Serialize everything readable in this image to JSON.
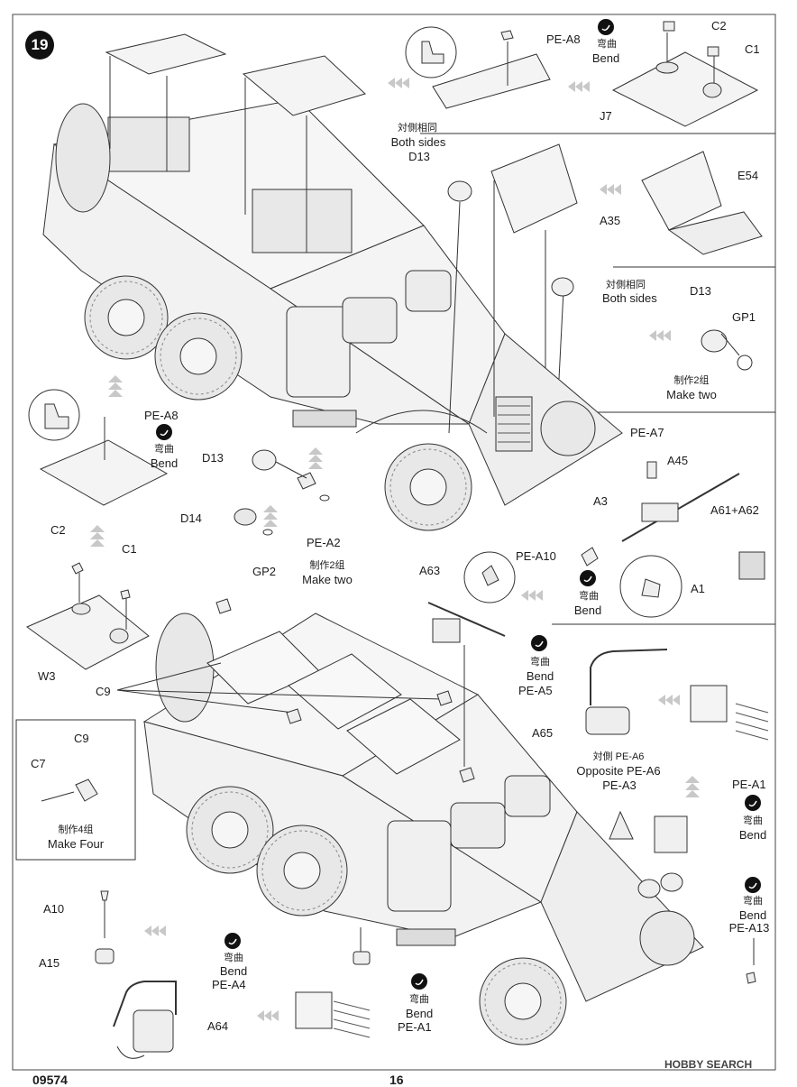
{
  "step": "19",
  "footer": {
    "code": "09574",
    "page": "16"
  },
  "watermark": "HOBBY SEARCH",
  "labels": {
    "pe_a8_top": "PE-A8",
    "bend_cn": "弯曲",
    "bend_en": "Bend",
    "c2": "C2",
    "c1": "C1",
    "j7": "J7",
    "both_sides_cn": "対側相同",
    "both_sides_en": "Both sides",
    "d13": "D13",
    "a35": "A35",
    "e54": "E54",
    "gp1": "GP1",
    "make2_cn": "制作2组",
    "make_two": "Make two",
    "pe_a8": "PE-A8",
    "d14": "D14",
    "pe_a2": "PE-A2",
    "gp2": "GP2",
    "pe_a7": "PE-A7",
    "a45": "A45",
    "a3": "A3",
    "a61_a62": "A61+A62",
    "pe_a10": "PE-A10",
    "a63": "A63",
    "a1": "A1",
    "w3": "W3",
    "c9": "C9",
    "c7": "C7",
    "make4_cn": "制作4组",
    "make_four": "Make Four",
    "pe_a5": "PE-A5",
    "a65": "A65",
    "opp_cn": "対側 PE-A6",
    "opp_en": "Opposite PE-A6",
    "pe_a3": "PE-A3",
    "pe_a1": "PE-A1",
    "pe_a13": "PE-A13",
    "a10": "A10",
    "a15": "A15",
    "pe_a4": "PE-A4",
    "a64": "A64"
  },
  "colors": {
    "line": "#333333",
    "fill": "#f4f4f4",
    "arrow": "#bbbbbb",
    "bend_badge": "#111111"
  }
}
